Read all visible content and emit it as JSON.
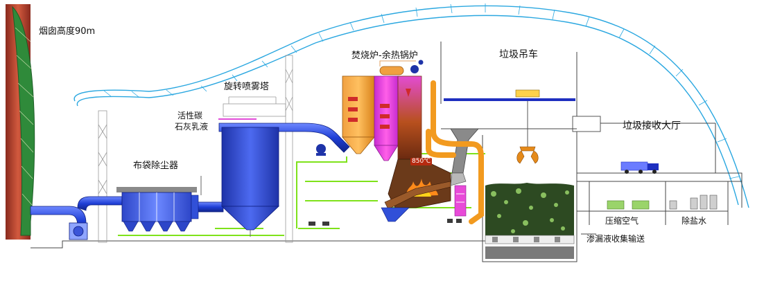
{
  "labels": {
    "chimney": "烟囱高度90m",
    "incinerator": "焚烧炉-余热锅炉",
    "crane": "垃圾吊车",
    "spray_tower": "旋转喷雾塔",
    "activated_carbon": "活性碳",
    "lime_slurry": "石灰乳液",
    "bag_filter": "布袋除尘器",
    "reception_hall": "垃圾接收大厅",
    "compressed_air": "压缩空气",
    "demineralized_water": "除盐水",
    "leachate": "渗漏液收集输送",
    "furnace_temp": "850℃"
  },
  "colors": {
    "duct_blue": "#1f3fd6",
    "tower_blue": "#2b46c8",
    "boiler_orange": "#f29a1f",
    "boiler_magenta": "#e33bd6",
    "truss_cyan": "#2aa7e0",
    "pipe_green": "#7ee21a",
    "chimney_red": "#b53a2a",
    "chimney_green": "#2f8a3a",
    "crane_blue": "#1e2fc0"
  }
}
